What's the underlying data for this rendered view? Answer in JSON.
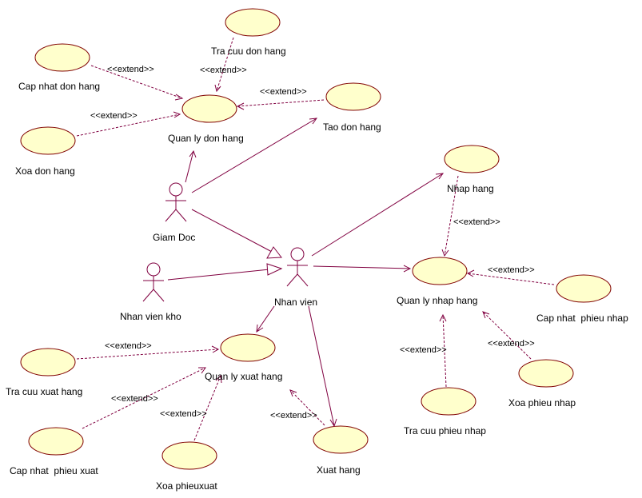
{
  "colors": {
    "usecase_fill": "#ffffcc",
    "usecase_stroke": "#800000",
    "line": "#800040",
    "background": "#ffffff"
  },
  "stereotype": "<<extend>>",
  "actors": {
    "giam_doc": "Giam Doc",
    "nhan_vien": "Nhan vien",
    "nhan_vien_kho": "Nhan vien kho"
  },
  "usecases": {
    "tra_cuu_don_hang": "Tra cuu don hang",
    "cap_nhat_don_hang": "Cap nhat don hang",
    "quan_ly_don_hang": "Quan ly don hang",
    "tao_don_hang": "Tao don hang",
    "xoa_don_hang": "Xoa don hang",
    "nhap_hang": "Nhap hang",
    "quan_ly_nhap_hang": "Quan ly nhap hang",
    "cap_nhat_phieu_nhap": "Cap nhat  phieu nhap",
    "xoa_phieu_nhap": "Xoa phieu nhap",
    "tra_cuu_phieu_nhap": "Tra cuu phieu nhap",
    "quan_ly_xuat_hang": "Quan ly xuat hang",
    "tra_cuu_xuat_hang": "Tra cuu xuat hang",
    "cap_nhat_phieu_xuat": "Cap nhat  phieu xuat",
    "xoa_phieuxuat": "Xoa phieuxuat",
    "xuat_hang": "Xuat hang"
  }
}
